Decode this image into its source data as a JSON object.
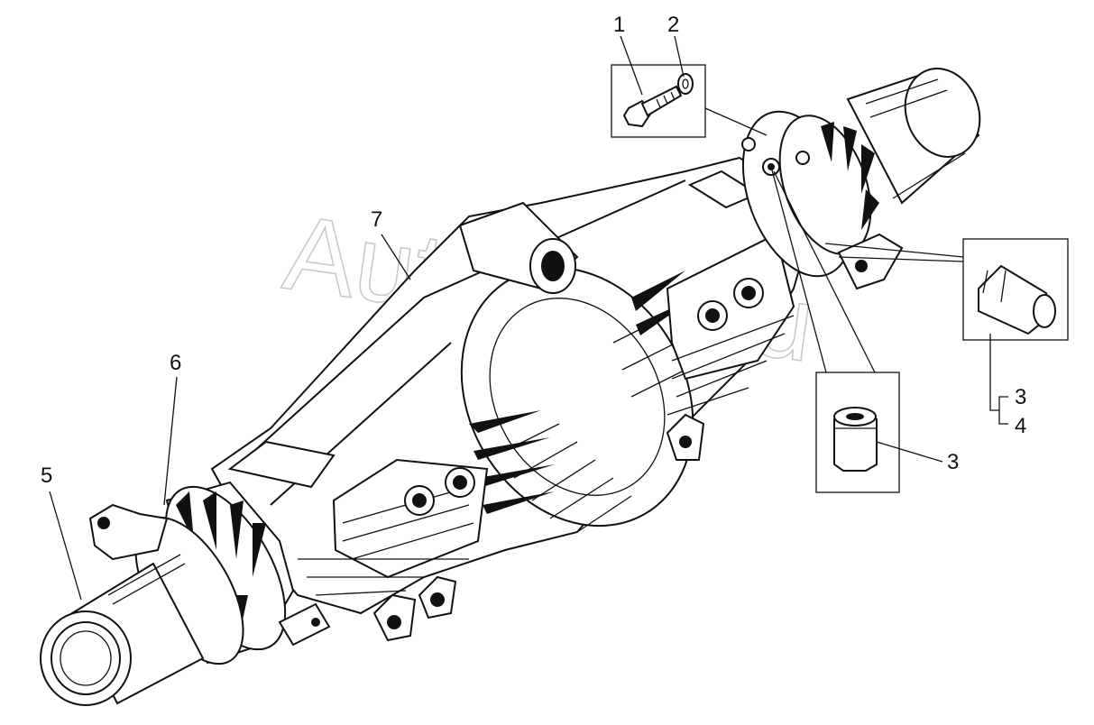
{
  "watermark": "AutoSoft.ru",
  "callouts": [
    {
      "id": "c1",
      "label": "1"
    },
    {
      "id": "c2",
      "label": "2"
    },
    {
      "id": "c3a",
      "label": "3"
    },
    {
      "id": "c3b",
      "label": "3"
    },
    {
      "id": "c4",
      "label": "4"
    },
    {
      "id": "c5",
      "label": "5"
    },
    {
      "id": "c6",
      "label": "6"
    },
    {
      "id": "c7",
      "label": "7"
    }
  ]
}
